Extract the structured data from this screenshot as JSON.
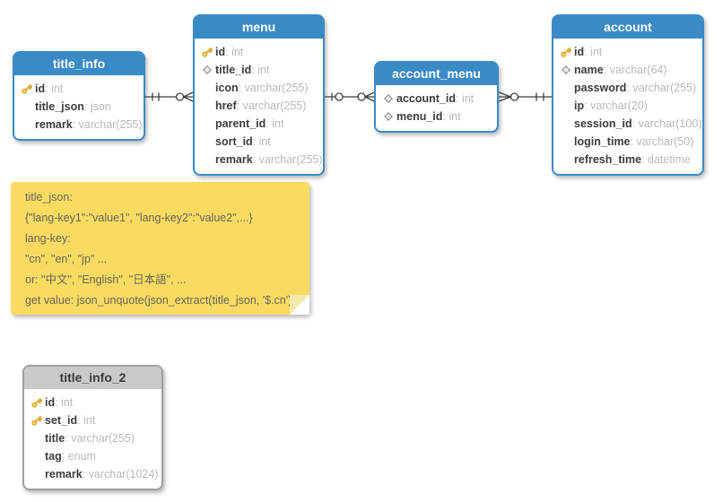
{
  "diagram": {
    "colors": {
      "table_header_blue": "#3a8ac6",
      "table_header_gray": "#c9c9c9",
      "note_yellow": "#f9db62",
      "connector": "#3d3d3d",
      "key_icon_gold": "#f9d94f"
    },
    "tables": [
      {
        "name": "title_info",
        "style": "blue",
        "fields": [
          {
            "icon": "key",
            "name": "id",
            "type": "int"
          },
          {
            "icon": "none",
            "name": "title_json",
            "type": "json"
          },
          {
            "icon": "none",
            "name": "remark",
            "type": "varchar(255)"
          }
        ]
      },
      {
        "name": "menu",
        "style": "blue",
        "fields": [
          {
            "icon": "key",
            "name": "id",
            "type": "int"
          },
          {
            "icon": "diamond",
            "name": "title_id",
            "type": "int"
          },
          {
            "icon": "none",
            "name": "icon",
            "type": "varchar(255)"
          },
          {
            "icon": "none",
            "name": "href",
            "type": "varchar(255)"
          },
          {
            "icon": "none",
            "name": "parent_id",
            "type": "int"
          },
          {
            "icon": "none",
            "name": "sort_id",
            "type": "int"
          },
          {
            "icon": "none",
            "name": "remark",
            "type": "varchar(255)"
          }
        ]
      },
      {
        "name": "account_menu",
        "style": "blue",
        "fields": [
          {
            "icon": "diamond",
            "name": "account_id",
            "type": "int"
          },
          {
            "icon": "diamond",
            "name": "menu_id",
            "type": "int"
          }
        ]
      },
      {
        "name": "account",
        "style": "blue",
        "fields": [
          {
            "icon": "key",
            "name": "id",
            "type": "int"
          },
          {
            "icon": "diamond",
            "name": "name",
            "type": "varchar(64)"
          },
          {
            "icon": "none",
            "name": "password",
            "type": "varchar(255)"
          },
          {
            "icon": "none",
            "name": "ip",
            "type": "varchar(20)"
          },
          {
            "icon": "none",
            "name": "session_id",
            "type": "varchar(100)"
          },
          {
            "icon": "none",
            "name": "login_time",
            "type": "varchar(50)"
          },
          {
            "icon": "none",
            "name": "refresh_time",
            "type": "datetime"
          }
        ]
      },
      {
        "name": "title_info_2",
        "style": "gray",
        "fields": [
          {
            "icon": "key",
            "name": "id",
            "type": "int"
          },
          {
            "icon": "key",
            "name": "set_id",
            "type": "int"
          },
          {
            "icon": "none",
            "name": "title",
            "type": "varchar(255)"
          },
          {
            "icon": "none",
            "name": "tag",
            "type": "enum"
          },
          {
            "icon": "none",
            "name": "remark",
            "type": "varchar(1024)"
          }
        ]
      }
    ],
    "relationships": [
      {
        "from": "title_info",
        "to": "menu",
        "from_symbol": "one-mandatory",
        "to_symbol": "zero-or-many"
      },
      {
        "from": "menu",
        "to": "account_menu",
        "from_symbol": "one-or-zero",
        "to_symbol": "zero-or-many"
      },
      {
        "from": "account_menu",
        "to": "account",
        "from_symbol": "zero-or-many",
        "to_symbol": "one-mandatory"
      }
    ],
    "note": {
      "lines": [
        "title_json:",
        "{\"lang-key1\":\"value1\", \"lang-key2\":\"value2\",...}",
        "lang-key:",
        "\"cn\", \"en\", \"jp\" ...",
        "or: \"中文\", \"English\", \"日本語\", ...",
        "get value: json_unquote(json_extract(title_json, '$.cn')"
      ]
    }
  }
}
